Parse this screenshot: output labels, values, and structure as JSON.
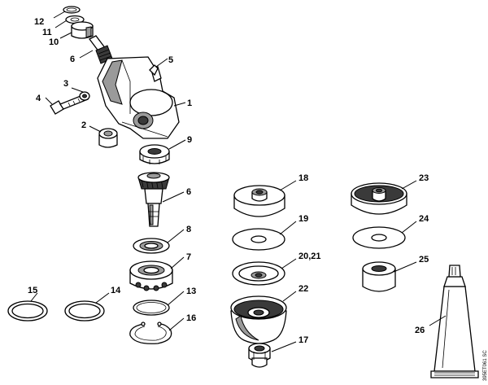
{
  "diagram": {
    "title": "",
    "callouts": {
      "c1": "1",
      "c2": "2",
      "c3": "3",
      "c4": "4",
      "c5": "5",
      "c6a": "6",
      "c6b": "6",
      "c7": "7",
      "c8": "8",
      "c9": "9",
      "c10": "10",
      "c11": "11",
      "c12": "12",
      "c13": "13",
      "c14": "14",
      "c15": "15",
      "c16": "16",
      "c17": "17",
      "c18": "18",
      "c19": "19",
      "c20_21": "20,21",
      "c22": "22",
      "c23": "23",
      "c24": "24",
      "c25": "25",
      "c26": "26"
    },
    "figure_ref": "395ET061 SC"
  }
}
